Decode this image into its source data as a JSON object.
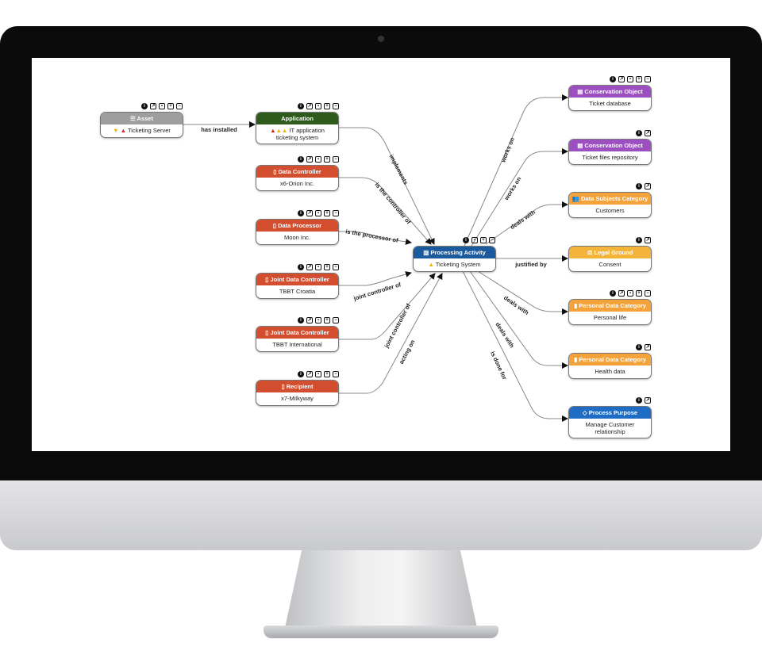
{
  "nodes": {
    "asset": {
      "type": "Asset",
      "name": "Ticketing Server",
      "color": "#9e9e9e"
    },
    "application": {
      "type": "Application",
      "name": "IT application ticketing system",
      "color": "#2e5a1c"
    },
    "data_controller": {
      "type": "Data Controller",
      "name": "x6-Orion Inc.",
      "color": "#d24e2f"
    },
    "data_processor": {
      "type": "Data Processor",
      "name": "Moon Inc.",
      "color": "#d24e2f"
    },
    "joint_controller_1": {
      "type": "Joint Data Controller",
      "name": "TBBT Croatia",
      "color": "#d24e2f"
    },
    "joint_controller_2": {
      "type": "Joint Data Controller",
      "name": "TBBT International",
      "color": "#d24e2f"
    },
    "recipient": {
      "type": "Recipient",
      "name": "x7-Milkyway",
      "color": "#d24e2f"
    },
    "processing_activity": {
      "type": "Processing Activity",
      "name": "Ticketing System",
      "color": "#1b5a9c"
    },
    "conservation_1": {
      "type": "Conservation Object",
      "name": "Ticket database",
      "color": "#9b4fc0"
    },
    "conservation_2": {
      "type": "Conservation Object",
      "name": "Ticket files repository",
      "color": "#9b4fc0"
    },
    "data_subjects": {
      "type": "Data Subjects Category",
      "name": "Customers",
      "color": "#f4a23a"
    },
    "legal_ground": {
      "type": "Legal Ground",
      "name": "Consent",
      "color": "#f4b43a"
    },
    "personal_data_1": {
      "type": "Personal Data Category",
      "name": "Personal life",
      "color": "#f4a23a"
    },
    "personal_data_2": {
      "type": "Personal Data Category",
      "name": "Health data",
      "color": "#f4a23a"
    },
    "process_purpose": {
      "type": "Process Purpose",
      "name": "Manage Customer relationship",
      "color": "#1f6cc4"
    }
  },
  "edges": {
    "has_installed": "has installed",
    "implements": "implements",
    "controller_of": "is the controller of",
    "processor_of": "is the processor of",
    "joint_1": "joint controller of",
    "joint_2": "joint controller of",
    "acting_on": "acting on",
    "works_on_1": "works on",
    "works_on_2": "works on",
    "deals_with_1": "deals with",
    "justified_by": "justified by",
    "deals_with_2": "deals with",
    "deals_with_3": "deals with",
    "done_for": "is done for"
  }
}
